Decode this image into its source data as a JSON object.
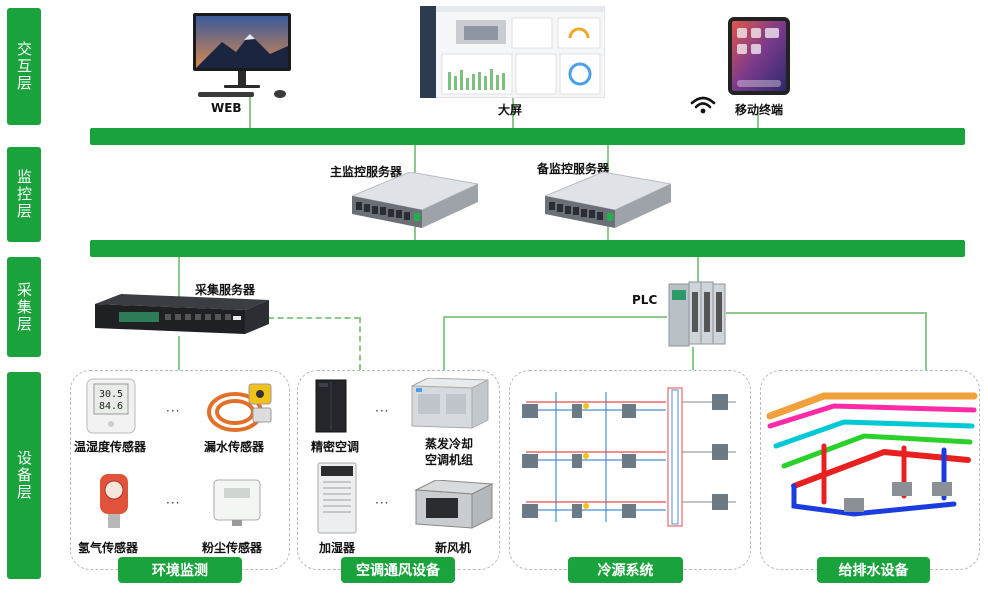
{
  "layers": [
    "交互层",
    "监控层",
    "采集层",
    "设备层"
  ],
  "interaction": {
    "web": "WEB",
    "bigscreen": "大屏",
    "mobile": "移动终端"
  },
  "monitor": {
    "main_server": "主监控服务器",
    "backup_server": "备监控服务器"
  },
  "collection": {
    "collect_server": "采集服务器",
    "plc": "PLC"
  },
  "devices": {
    "env": {
      "title": "环境监测",
      "items": [
        "温湿度传感器",
        "漏水传感器",
        "氢气传感器",
        "粉尘传感器"
      ],
      "display": [
        "30.5",
        "84.6"
      ]
    },
    "hvac": {
      "title": "空调通风设备",
      "items": [
        "精密空调",
        "蒸发冷却",
        "空调机组",
        "加湿器",
        "新风机"
      ]
    },
    "cooling": {
      "title": "冷源系统"
    },
    "water": {
      "title": "给排水设备"
    }
  },
  "ellipsis": "···",
  "colors": {
    "green": "#1aa33c",
    "line": "#8bc98e"
  }
}
